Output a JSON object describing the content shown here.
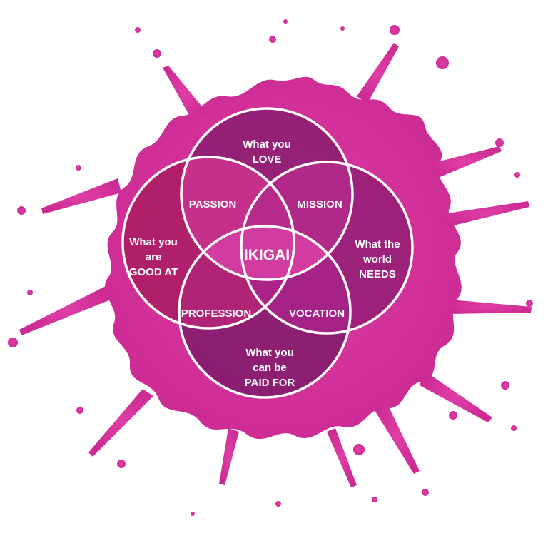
{
  "colors": {
    "splash": "#d6339b",
    "splash_dark": "#c02a8c",
    "circle_stroke": "#ffffff",
    "love_fill": "#8a1f6e",
    "good_fill": "#a81c5f",
    "needs_fill": "#8e1d73",
    "paid_fill": "#7d1b68",
    "center_fill": "#d23ca0"
  },
  "circles": {
    "love": {
      "line1": "What you",
      "line2": "LOVE"
    },
    "good_at": {
      "line1": "What you",
      "line2": "are",
      "line3": "GOOD AT"
    },
    "needs": {
      "line1": "What the",
      "line2": "world",
      "line3": "NEEDS"
    },
    "paid_for": {
      "line1": "What you",
      "line2": "can be",
      "line3": "PAID FOR"
    }
  },
  "overlaps": {
    "passion": "PASSION",
    "mission": "MISSION",
    "profession": "PROFESSION",
    "vocation": "VOCATION"
  },
  "center": {
    "label": "IKIGAI"
  }
}
